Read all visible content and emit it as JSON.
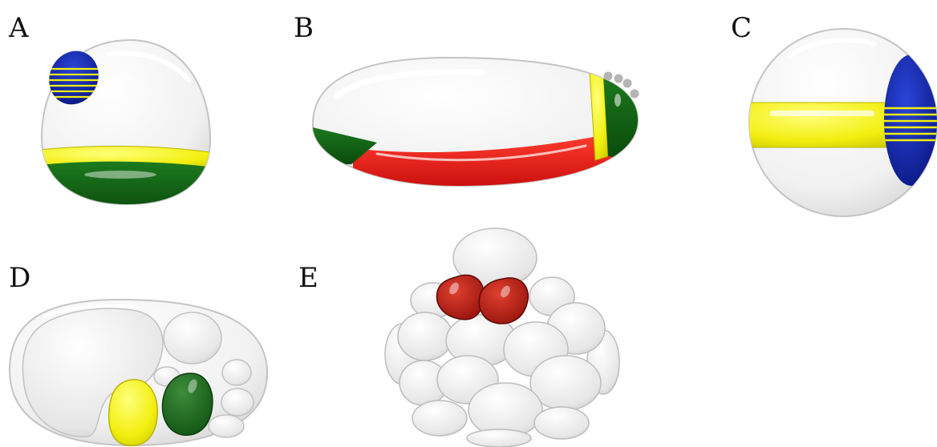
{
  "panels": [
    {
      "label": "A"
    },
    {
      "label": "B"
    },
    {
      "label": "C"
    },
    {
      "label": "D"
    },
    {
      "label": "E"
    }
  ],
  "colors": {
    "embryo_fill": "#f4f4f4",
    "embryo_outline": "#c8c8c8",
    "blue": "#0c1f9a",
    "yellow": "#f2ef10",
    "green": "#0e5e12",
    "red": "#e81010",
    "dark_red": "#a8140c",
    "polar_body": "#b4b4b4"
  }
}
